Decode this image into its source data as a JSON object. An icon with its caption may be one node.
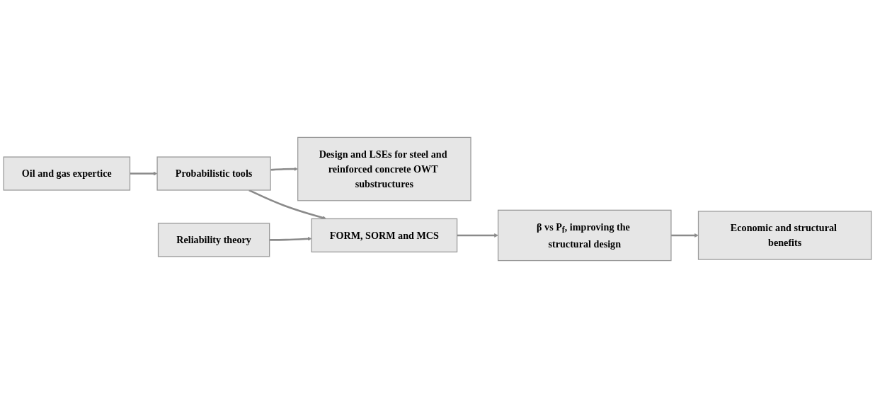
{
  "diagram": {
    "nodes": [
      {
        "text": [
          "Oil and gas expertice"
        ]
      },
      {
        "text": [
          "Probabilistic tools"
        ]
      },
      {
        "text": [
          "Design and LSEs for steel and reinforced concrete OWT substructures"
        ]
      },
      {
        "text": [
          "Reliability theory"
        ]
      },
      {
        "text": [
          "FORM, SORM and MCS"
        ]
      },
      {
        "text": [
          "β vs P$_{f}$, improving the structural design"
        ]
      },
      {
        "text": [
          "Economic and structural benefits"
        ]
      }
    ],
    "edges": [
      {
        "from": 0,
        "to": 1,
        "arrow": "to"
      },
      {
        "from": 1,
        "to": 2,
        "arrow": "to"
      },
      {
        "from": 1,
        "to": 4,
        "arrow": "to"
      },
      {
        "from": 3,
        "to": 4,
        "arrow": "to"
      },
      {
        "from": 4,
        "to": 5,
        "arrow": "to"
      },
      {
        "from": 5,
        "to": 6,
        "arrow": "to"
      }
    ]
  }
}
